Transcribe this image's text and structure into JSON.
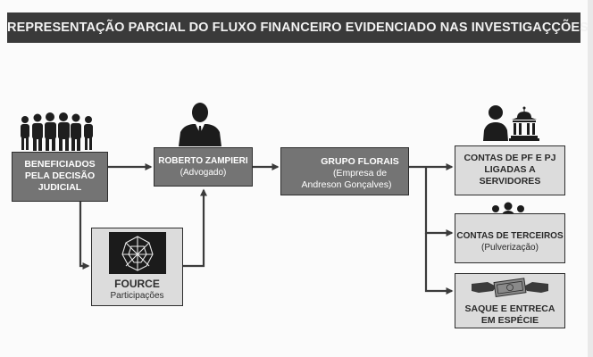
{
  "title": "REPRESENTAÇÃO PARCIAL DO FLUXO FINANCEIRO EVIDENCIADO NAS INVESTIGAÇÇÕES",
  "colors": {
    "title_bg": "#3a3a3a",
    "box_dark": "#747474",
    "box_light": "#dcdcdc",
    "arrow": "#3b3b3b"
  },
  "nodes": {
    "beneficiados": {
      "lines": [
        "BENEFICIADOS",
        "PELA DECISÃO",
        "JUDICIAL"
      ],
      "icon": "people-group-icon"
    },
    "zampieri": {
      "name": "ROBERTO ZAMPIERI",
      "sub": "(Advogado)",
      "icon": "businessman-icon"
    },
    "florais": {
      "name": "GRUPO FLORAIS",
      "sub_lines": [
        "(Empresa de",
        "Andreson Gonçalves)"
      ],
      "icon": "truck-icon"
    },
    "fource": {
      "name": "FOURCE",
      "sub": "Participações",
      "icon": "fource-logo-icon"
    },
    "contas_pf_pj": {
      "lines": [
        "CONTAS DE PF E PJ",
        "LIGADAS A",
        "SERVIDORES"
      ],
      "icon": "person-government-building-icon"
    },
    "terceiros": {
      "name": "CONTAS DE TERCEIROS",
      "sub": "(Pulverização)",
      "icon": "three-people-icon"
    },
    "saque": {
      "lines": [
        "SAQUE E ENTRECA",
        "EM ESPÉCIE"
      ],
      "icon": "cash-handshake-icon"
    }
  }
}
